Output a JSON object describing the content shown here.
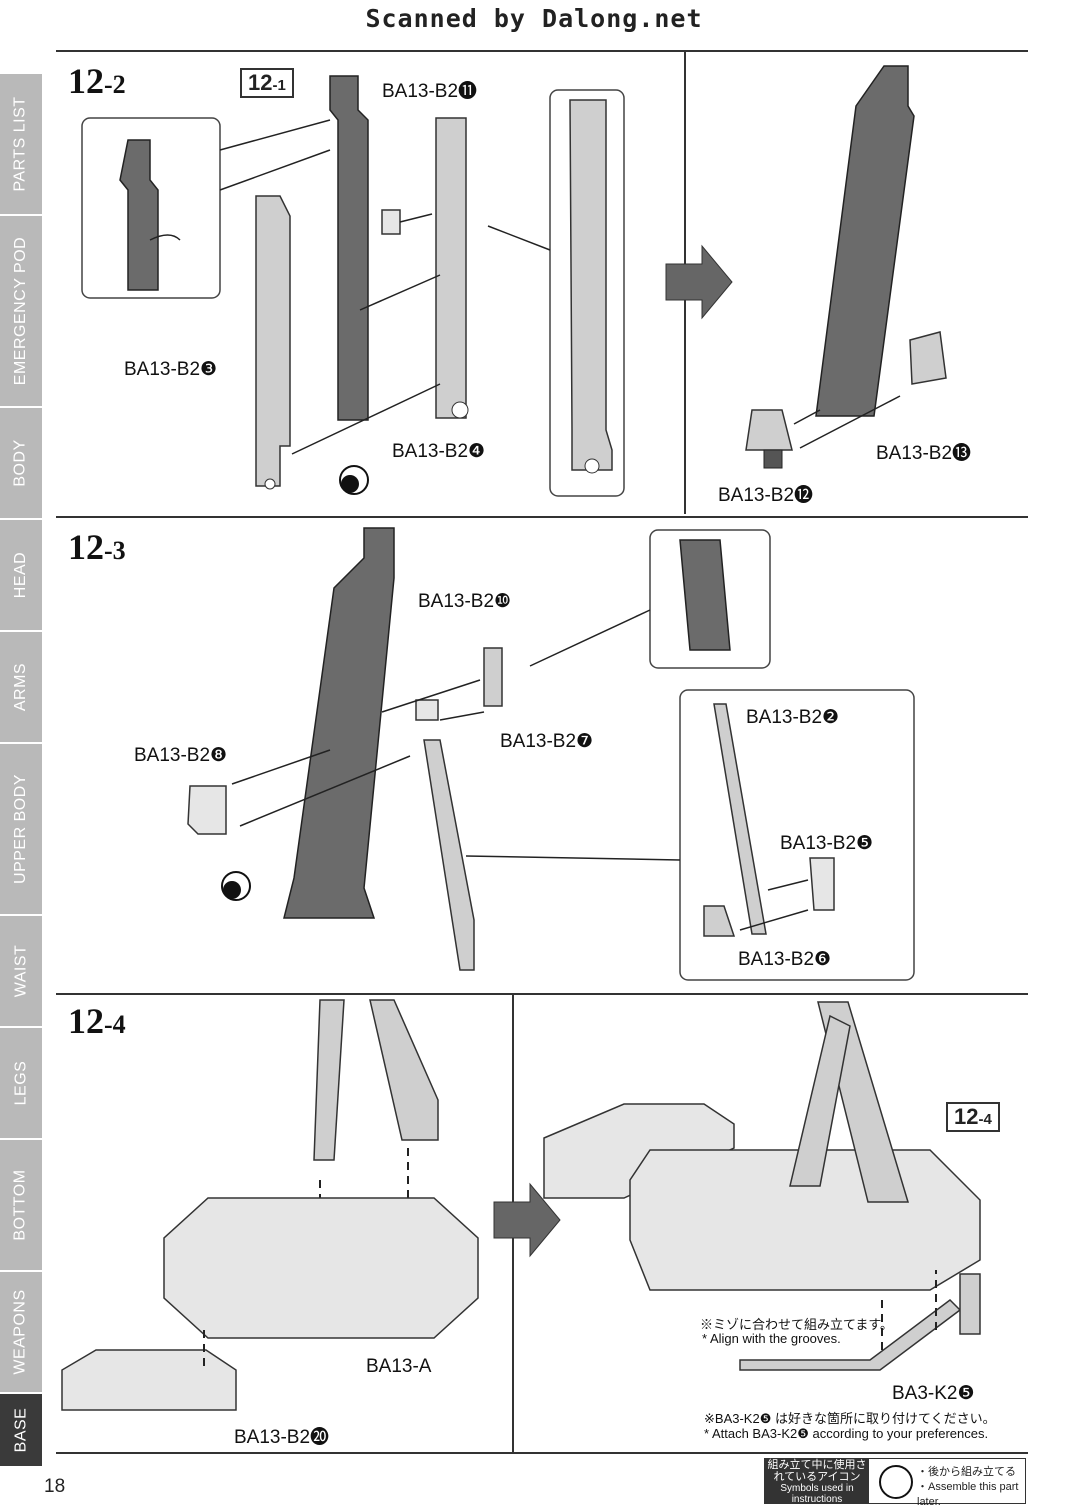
{
  "header": "Scanned by Dalong.net",
  "sidebar": [
    {
      "label": "PARTS LIST"
    },
    {
      "label": "EMERGENCY POD"
    },
    {
      "label": "BODY"
    },
    {
      "label": "HEAD"
    },
    {
      "label": "ARMS"
    },
    {
      "label": "UPPER BODY"
    },
    {
      "label": "WAIST"
    },
    {
      "label": "LEGS"
    },
    {
      "label": "BOTTOM"
    },
    {
      "label": "WEAPONS"
    },
    {
      "label": "BASE"
    }
  ],
  "steps": {
    "s12_2": {
      "major": "12",
      "minor": "-2"
    },
    "s12_3": {
      "major": "12",
      "minor": "-3"
    },
    "s12_4": {
      "major": "12",
      "minor": "-4"
    }
  },
  "refs": {
    "r12_1": {
      "major": "12",
      "minor": "-1"
    },
    "r12_4": {
      "major": "12",
      "minor": "-4"
    }
  },
  "parts": {
    "b11": "BA13-B2⓫",
    "b3": "BA13-B2❸",
    "b4": "BA13-B2❹",
    "b13": "BA13-B2⓭",
    "b12": "BA13-B2⓬",
    "b10": "BA13-B2❿",
    "b7": "BA13-B2❼",
    "b8": "BA13-B2❽",
    "b2": "BA13-B2❷",
    "b5": "BA13-B2❺",
    "b6": "BA13-B2❻",
    "a": "BA13-A",
    "b20": "BA13-B2⓴",
    "k5": "BA3-K2❺"
  },
  "notes": {
    "align_jp": "※ミゾに合わせて組み立てます。",
    "align_en": "* Align with the grooves.",
    "attach_jp": "※BA3-K2❺ は好きな箇所に取り付けてください。",
    "attach_en": "* Attach BA3-K2❺ according to your preferences."
  },
  "footer": {
    "page_number": "18",
    "legend_title_jp": "組み立て中に使用されているアイコン",
    "legend_title_en": "Symbols used in instructions",
    "legend_jp": "・後から組み立てる",
    "legend_en": "・Assemble this part later."
  }
}
